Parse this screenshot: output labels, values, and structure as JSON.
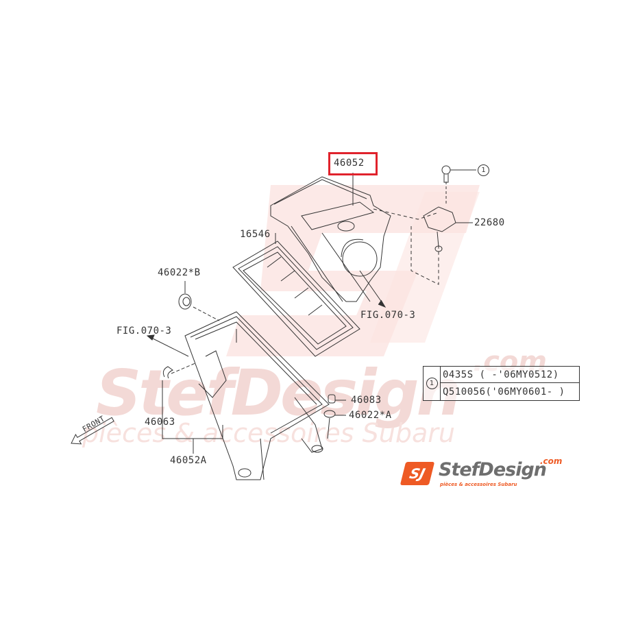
{
  "diagram": {
    "highlighted_part": "46052",
    "highlight_color": "#e0222c",
    "part_labels": [
      {
        "id": "46052",
        "text": "46052"
      },
      {
        "id": "22680",
        "text": "22680"
      },
      {
        "id": "16546",
        "text": "16546"
      },
      {
        "id": "46022B",
        "text": "46022*B"
      },
      {
        "id": "fig_ref_upper",
        "text": "FIG.070-3"
      },
      {
        "id": "fig_ref_left",
        "text": "FIG.070-3"
      },
      {
        "id": "46083",
        "text": "46083"
      },
      {
        "id": "46022A",
        "text": "46022*A"
      },
      {
        "id": "46063",
        "text": "46063"
      },
      {
        "id": "46052A",
        "text": "46052A"
      }
    ],
    "screw_ref_symbol": "1",
    "front_arrow_label": "FRONT"
  },
  "legend_table": {
    "symbol": "1",
    "rows": [
      {
        "part": "0435S",
        "range": "( -'06MY0512)"
      },
      {
        "part": "Q510056",
        "range": "('06MY0601- )"
      }
    ],
    "row_text": [
      "0435S  ( -'06MY0512)",
      "Q510056('06MY0601- )"
    ]
  },
  "watermark": {
    "main": "StefDesign",
    "dotcom": ".com",
    "tagline": "pièces & accessoires Subaru",
    "color": "#f3d9d6"
  },
  "logo": {
    "badge": "SJ",
    "name": "StefDesign",
    "dotcom": ".com",
    "tagline": "pièces & accessoires Subaru",
    "accent_color": "#ee5a24",
    "text_color": "#6e6e6e"
  }
}
